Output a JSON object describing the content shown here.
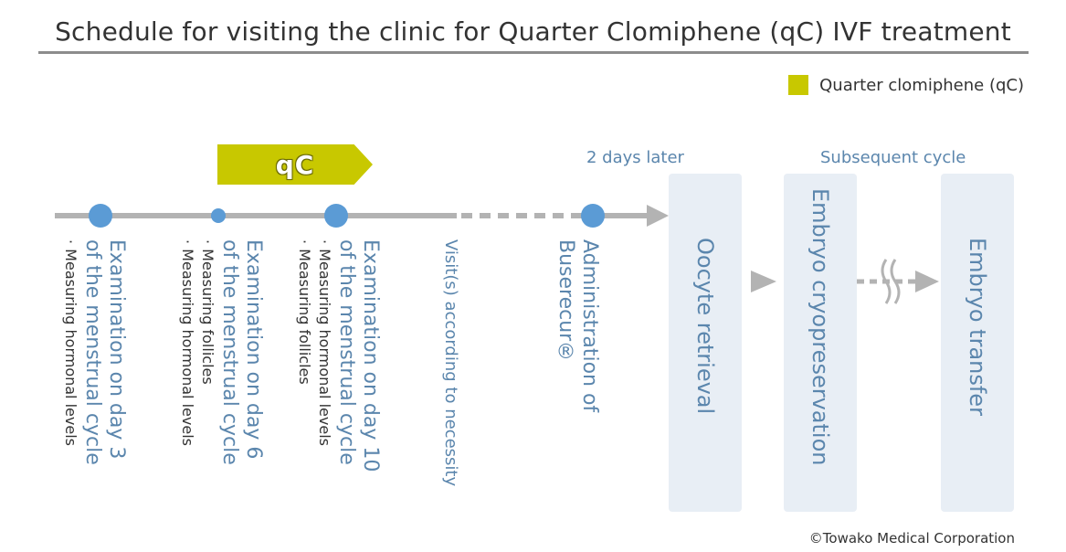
{
  "title": "Schedule for visiting the clinic for Quarter Clomiphene (qC) IVF treatment",
  "legend": {
    "label": "Quarter clomiphene (qC)",
    "color": "#c8c800"
  },
  "qc_bar": {
    "label": "qC",
    "color": "#c8c800"
  },
  "top_labels": {
    "two_days": "2 days later",
    "subsequent": "Subsequent cycle"
  },
  "timeline": {
    "events": [
      {
        "main": [
          "Examination on day 3",
          "of the menstrual cycle"
        ],
        "bullets": [
          "Measuring hormonal levels"
        ]
      },
      {
        "main": [
          "Examination on day 6",
          "of the menstrual cycle"
        ],
        "bullets": [
          "Measuring follicles",
          "Measuring hormonal levels"
        ]
      },
      {
        "main": [
          "Examination on day 10",
          "of the menstrual cycle"
        ],
        "bullets": [
          "Measuring hormonal levels",
          "Measuring follicles"
        ]
      },
      {
        "main": [
          "Visit(s) according to necessity"
        ],
        "bullets": []
      },
      {
        "main": [
          "Administration of",
          "Buserecur®"
        ],
        "bullets": []
      }
    ]
  },
  "boxes": [
    {
      "label": "Oocyte retrieval"
    },
    {
      "label": "Embryo cryopreservation"
    },
    {
      "label": "Embryo transfer"
    }
  ],
  "colors": {
    "line": "#b3b3b3",
    "dot": "#5b9bd5",
    "text_blue": "#5b86ad",
    "box": "#e8eef5"
  },
  "copyright": "©Towako Medical Corporation"
}
